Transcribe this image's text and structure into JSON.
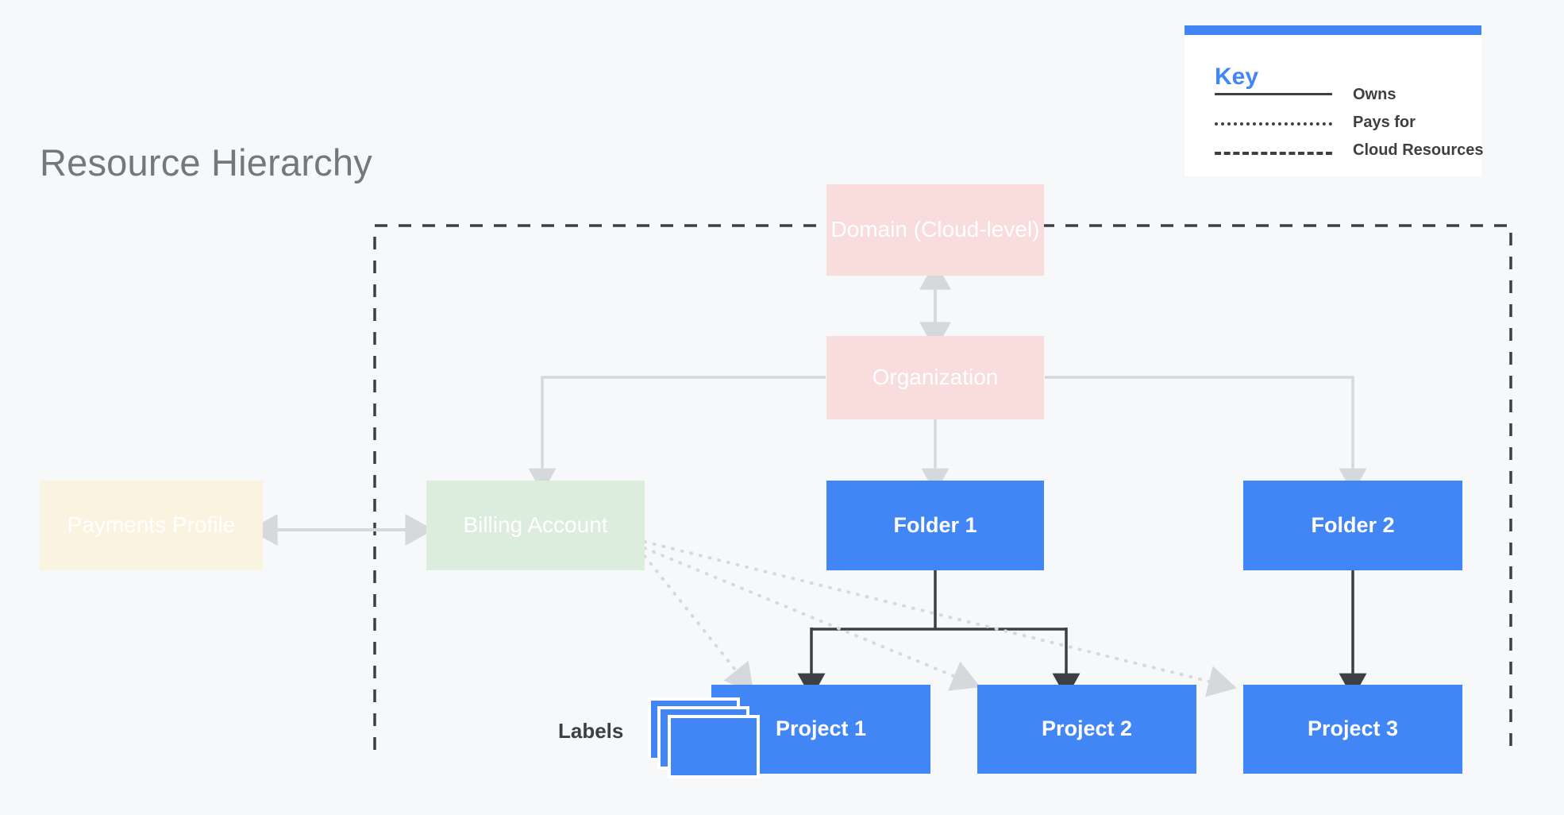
{
  "page": {
    "title": "Resource Hierarchy",
    "background_color": "#f6f8fa",
    "title_color": "#74787c"
  },
  "legend": {
    "heading": "Key",
    "accent_color": "#4285f4",
    "rows": [
      {
        "style": "solid",
        "label": "Owns"
      },
      {
        "style": "dotted",
        "label": "Pays for"
      },
      {
        "style": "dashed",
        "label": "Cloud Resources"
      }
    ]
  },
  "diagram": {
    "type": "hierarchy",
    "boundary": {
      "name": "Cloud Resources",
      "style": "dashed",
      "color": "#3c4043"
    },
    "nodes": [
      {
        "id": "domain",
        "label": "Domain (Cloud-level)",
        "color": "#f9dcdc",
        "text_color": "#ffffff"
      },
      {
        "id": "organization",
        "label": "Organization",
        "color": "#f9dcdc",
        "text_color": "#ffffff"
      },
      {
        "id": "payments",
        "label": "Payments Profile",
        "color": "#faf3e0",
        "text_color": "#ffffff"
      },
      {
        "id": "billing",
        "label": "Billing Account",
        "color": "#dceddd",
        "text_color": "#ffffff"
      },
      {
        "id": "folder1",
        "label": "Folder 1",
        "color": "#4285f4",
        "text_color": "#ffffff"
      },
      {
        "id": "folder2",
        "label": "Folder 2",
        "color": "#4285f4",
        "text_color": "#ffffff"
      },
      {
        "id": "project1",
        "label": "Project 1",
        "color": "#4285f4",
        "text_color": "#ffffff"
      },
      {
        "id": "project2",
        "label": "Project 2",
        "color": "#4285f4",
        "text_color": "#ffffff"
      },
      {
        "id": "project3",
        "label": "Project 3",
        "color": "#4285f4",
        "text_color": "#ffffff"
      }
    ],
    "labels_annotation": "Labels",
    "edges": [
      {
        "from": "domain",
        "to": "organization",
        "style": "solid",
        "direction": "both"
      },
      {
        "from": "organization",
        "to": "billing",
        "style": "solid",
        "direction": "to"
      },
      {
        "from": "organization",
        "to": "folder1",
        "style": "solid",
        "direction": "to"
      },
      {
        "from": "organization",
        "to": "folder2",
        "style": "solid",
        "direction": "to"
      },
      {
        "from": "payments",
        "to": "billing",
        "style": "solid",
        "direction": "both"
      },
      {
        "from": "folder1",
        "to": "project1",
        "style": "solid",
        "direction": "to"
      },
      {
        "from": "folder1",
        "to": "project2",
        "style": "solid",
        "direction": "to"
      },
      {
        "from": "folder2",
        "to": "project3",
        "style": "solid",
        "direction": "to"
      },
      {
        "from": "billing",
        "to": "project1",
        "style": "dotted",
        "direction": "to"
      },
      {
        "from": "billing",
        "to": "project2",
        "style": "dotted",
        "direction": "to"
      },
      {
        "from": "billing",
        "to": "project3",
        "style": "dotted",
        "direction": "to"
      }
    ]
  }
}
